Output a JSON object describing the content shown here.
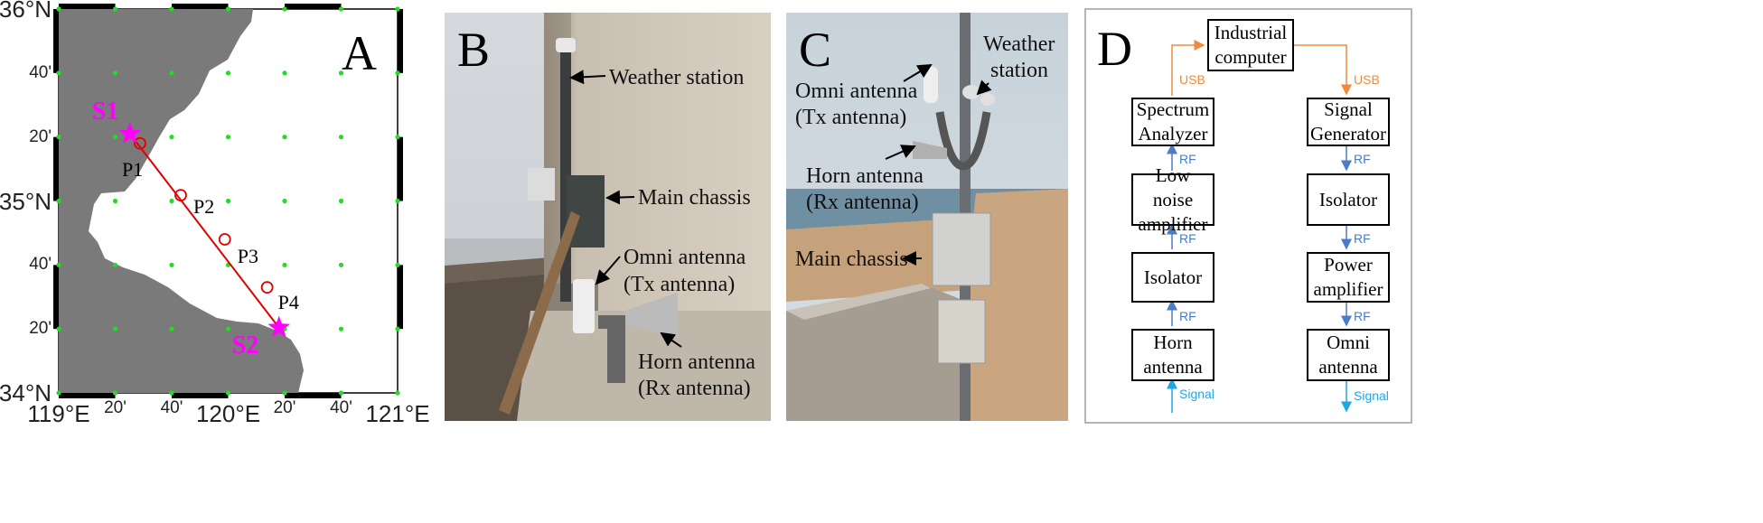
{
  "panel_a": {
    "letter": "A",
    "y_ticks": [
      "36°N",
      "40'",
      "20'",
      "35°N",
      "40'",
      "20'",
      "34°N"
    ],
    "x_ticks": [
      "119°E",
      "20'",
      "40'",
      "120°E",
      "20'",
      "40'",
      "121°E"
    ],
    "sites": [
      {
        "label": "S1",
        "lon": 119.42,
        "lat": 35.35
      },
      {
        "label": "S2",
        "lon": 120.3,
        "lat": 34.34
      }
    ],
    "points": [
      {
        "label": "P1",
        "lon": 119.48,
        "lat": 35.3
      },
      {
        "label": "P2",
        "lon": 119.72,
        "lat": 35.03
      },
      {
        "label": "P3",
        "lon": 119.98,
        "lat": 34.8
      },
      {
        "label": "P4",
        "lon": 120.23,
        "lat": 34.55
      }
    ],
    "colors": {
      "land": "#7a7a7a",
      "sea": "#ffffff",
      "site": "#ff00ff",
      "link": "#e00000",
      "grid_dot": "#22dd22"
    }
  },
  "panel_b": {
    "letter": "B",
    "labels": {
      "weather": "Weather station",
      "chassis": "Main chassis",
      "omni_1": "Omni antenna",
      "omni_2": "(Tx antenna)",
      "horn_1": "Horn antenna",
      "horn_2": "(Rx antenna)"
    }
  },
  "panel_c": {
    "letter": "C",
    "labels": {
      "weather_1": "Weather",
      "weather_2": "station",
      "omni_1": "Omni antenna",
      "omni_2": "(Tx antenna)",
      "horn_1": "Horn antenna",
      "horn_2": "(Rx antenna)",
      "chassis": "Main chassis"
    }
  },
  "panel_d": {
    "letter": "D",
    "computer": "Industrial computer",
    "left_chain": [
      "Spectrum Analyzer",
      "Low noise amplifier",
      "Isolator",
      "Horn antenna"
    ],
    "right_chain": [
      "Signal Generator",
      "Isolator",
      "Power amplifier",
      "Omni antenna"
    ],
    "usb": "USB",
    "rf": "RF",
    "signal": "Signal",
    "colors": {
      "usb": "#f08a3c",
      "rf": "#4a7cc7",
      "signal": "#1ea7e8"
    }
  }
}
